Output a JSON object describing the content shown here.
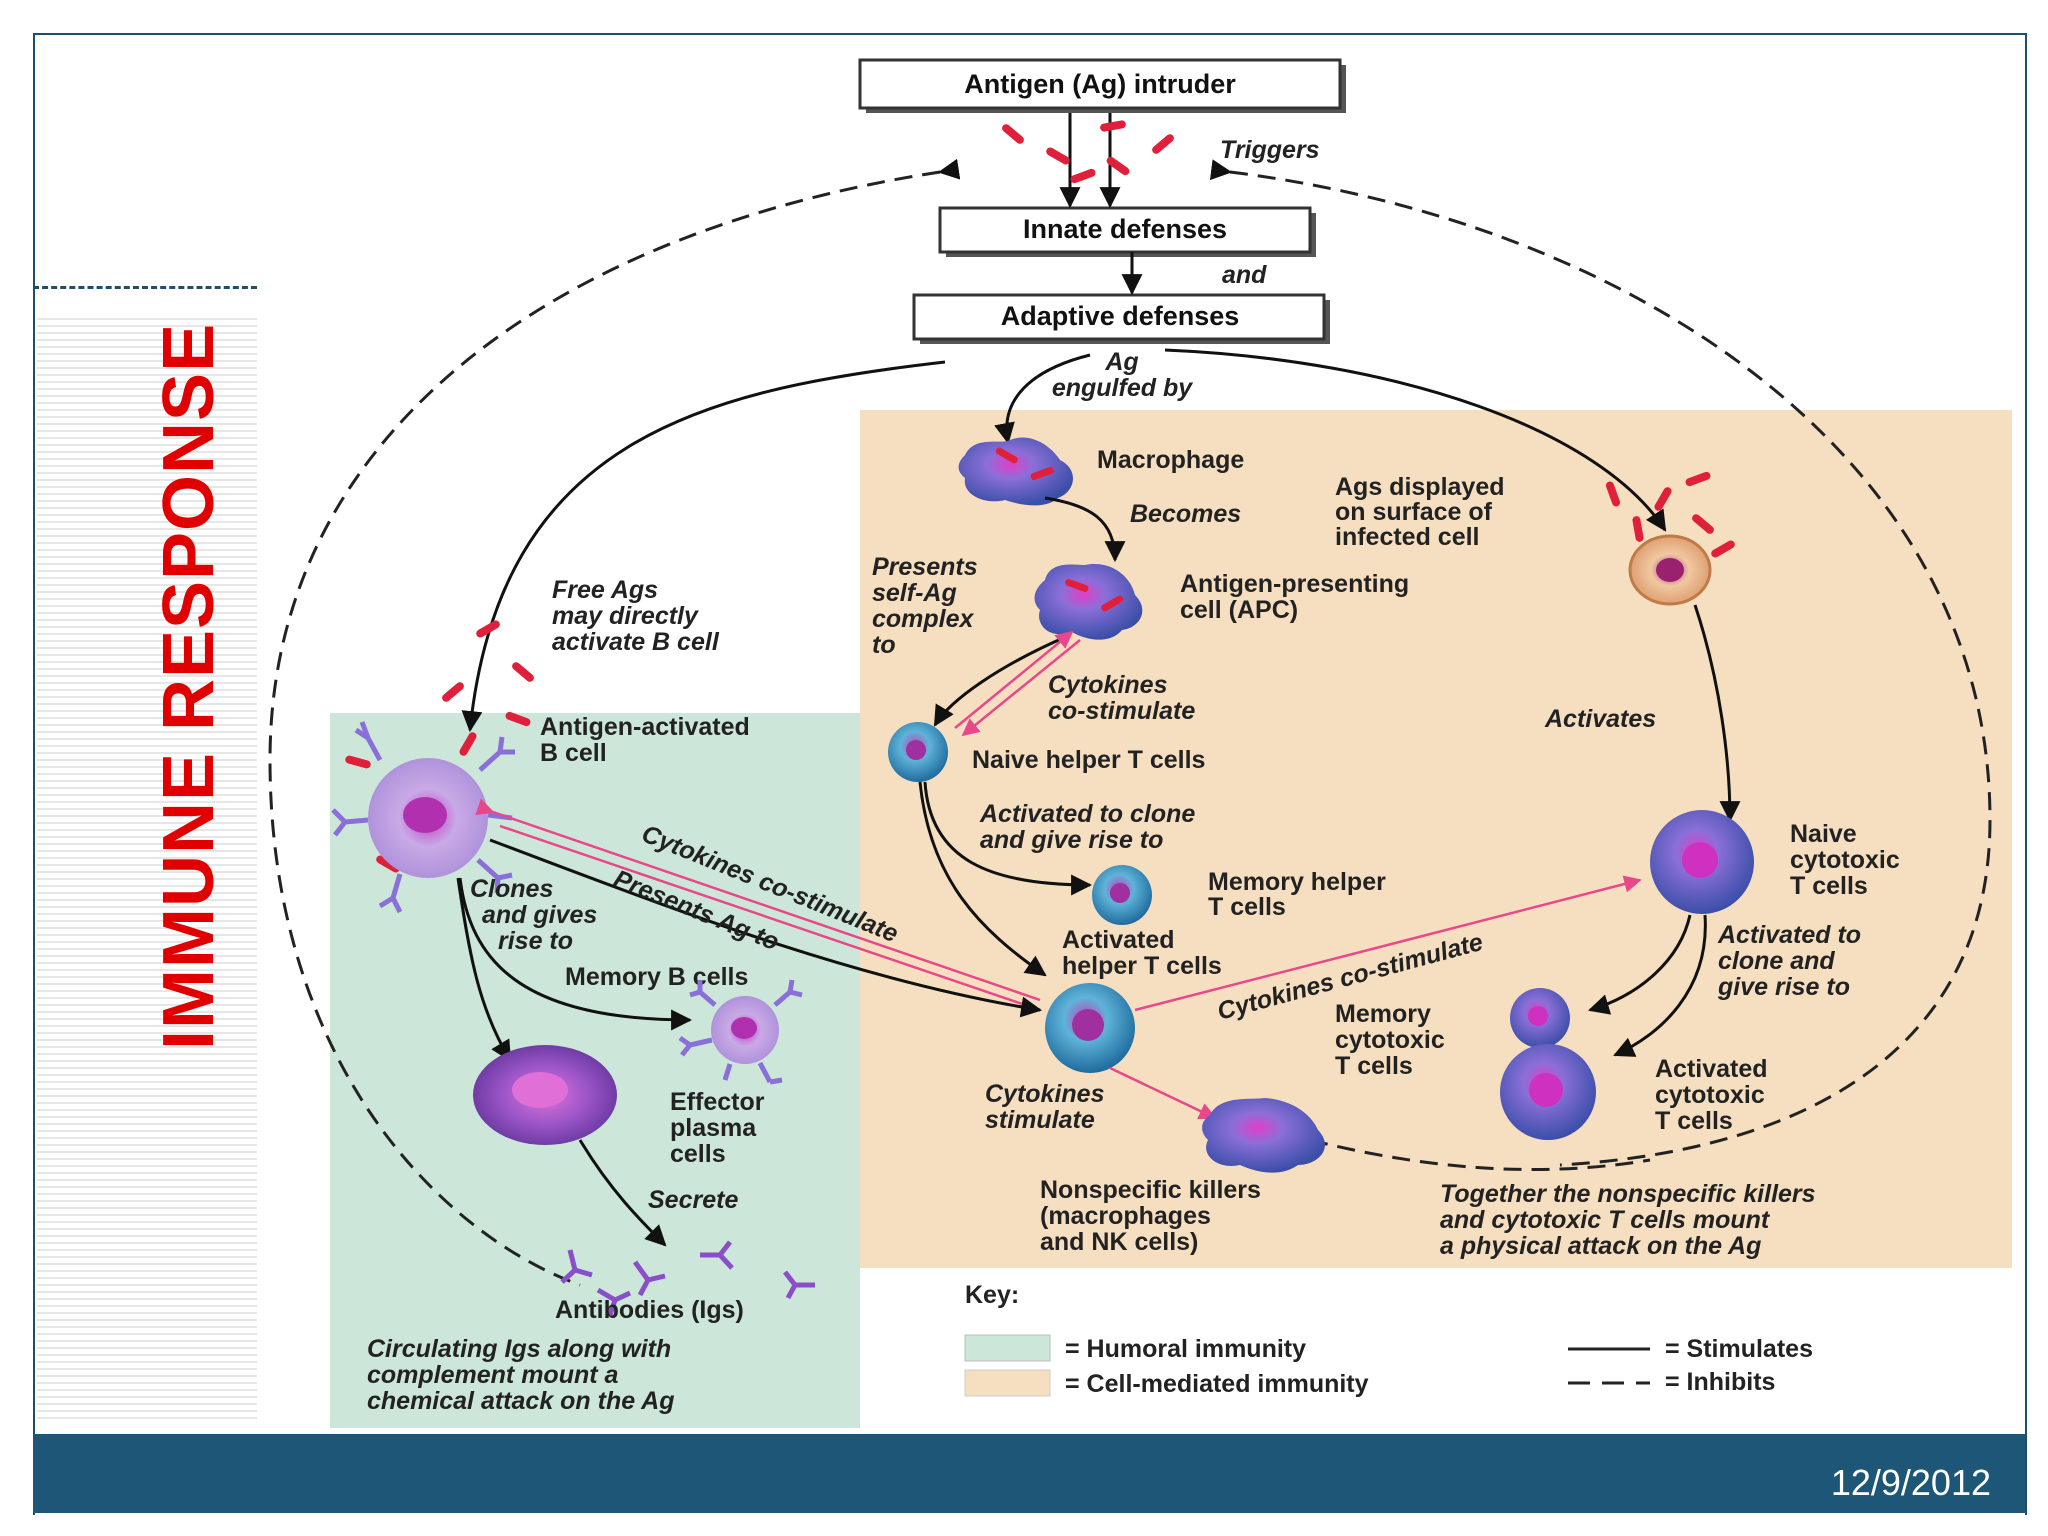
{
  "slide": {
    "side_title": "IMMUNE RESPONSE",
    "date": "12/9/2012"
  },
  "diagram": {
    "box_antigen": "Antigen (Ag) intruder",
    "box_innate": "Innate defenses",
    "box_adaptive": "Adaptive defenses",
    "triggers": "Triggers",
    "and": "and",
    "ag": "Ag",
    "engulfed_by": "engulfed by",
    "macrophage": "Macrophage",
    "becomes": "Becomes",
    "ags_displayed": [
      "Ags displayed",
      "on surface of",
      "infected cell"
    ],
    "presents": [
      "Presents",
      "self-Ag",
      "complex",
      "to"
    ],
    "apc": [
      "Antigen-presenting",
      "cell (APC)"
    ],
    "free_ags": [
      "Free Ags",
      "may directly",
      "activate B cell"
    ],
    "cytokines_costim_apc": [
      "Cytokines",
      "co-stimulate"
    ],
    "activates": "Activates",
    "naive_helper": "Naive helper T cells",
    "b_cell": [
      "Antigen-activated",
      "B cell"
    ],
    "activated_clone_helper": [
      "Activated to clone",
      "and give rise to"
    ],
    "cytokines_costim_b": "Cytokines co-stimulate",
    "presents_ag_to": "Presents Ag to",
    "memory_helper": [
      "Memory helper",
      "T cells"
    ],
    "activated_helper": [
      "Activated",
      "helper T cells"
    ],
    "clones_gives": [
      "Clones",
      "and gives",
      "rise to"
    ],
    "memory_b": "Memory B cells",
    "cytokines_costim_cyto": "Cytokines co-stimulate",
    "naive_cytotoxic": [
      "Naive",
      "cytotoxic",
      "T cells"
    ],
    "activated_clone_cyto": [
      "Activated to",
      "clone and",
      "give rise to"
    ],
    "memory_cytotoxic": [
      "Memory",
      "cytotoxic",
      "T cells"
    ],
    "activated_cytotoxic": [
      "Activated",
      "cytotoxic",
      "T cells"
    ],
    "effector_plasma": [
      "Effector",
      "plasma",
      "cells"
    ],
    "cytokines_stimulate": [
      "Cytokines",
      "stimulate"
    ],
    "secrete": "Secrete",
    "nonspecific_killers": [
      "Nonspecific killers",
      "(macrophages",
      "and NK cells)"
    ],
    "together": [
      "Together the nonspecific killers",
      "and cytotoxic T cells mount",
      "a physical attack on the Ag"
    ],
    "antibodies": "Antibodies (Igs)",
    "circulating": [
      "Circulating Igs along with",
      "complement mount a",
      "chemical attack on the Ag"
    ]
  },
  "key": {
    "title": "Key:",
    "humoral": "= Humoral immunity",
    "cell_mediated": "= Cell-mediated immunity",
    "stimulates": "= Stimulates",
    "inhibits": "= Inhibits"
  },
  "colors": {
    "humoral": "#cce7d9",
    "cell_mediated": "#f6dfc0",
    "accent_red": "#e00000",
    "footer": "#1e5677",
    "pink_arrow": "#e8488a"
  }
}
